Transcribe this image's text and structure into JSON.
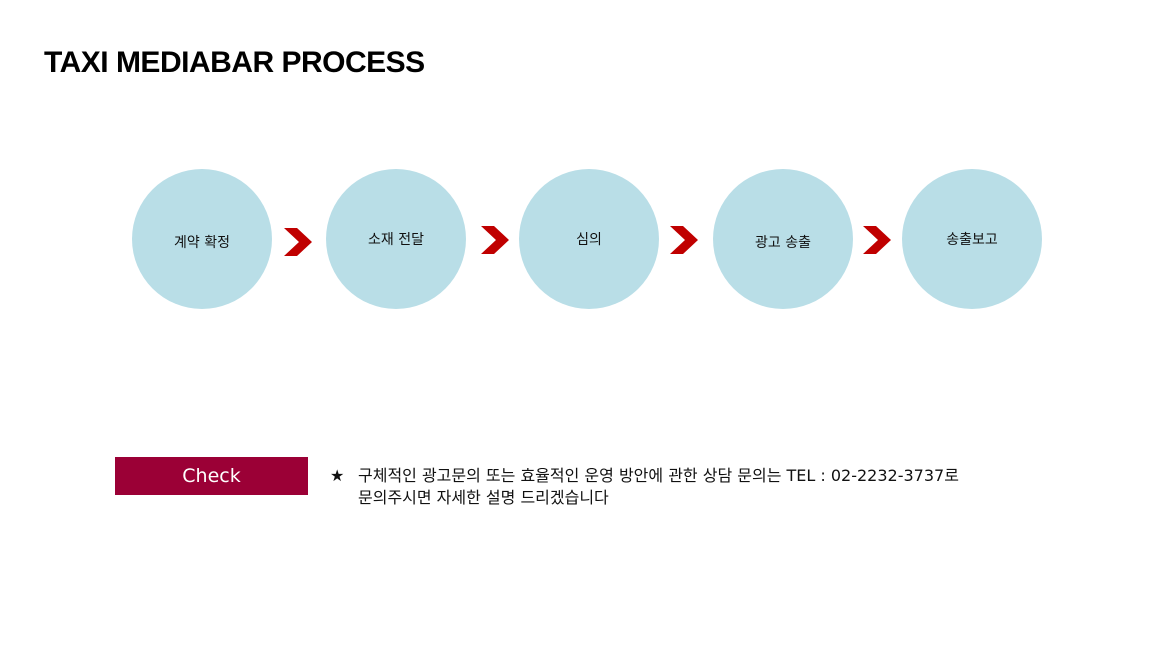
{
  "title": "TAXI MEDIABAR PROCESS",
  "colors": {
    "circle": "#b9dee7",
    "arrow": "#c00000",
    "check": "#9b0036"
  },
  "steps": [
    {
      "label": "계약 확정"
    },
    {
      "label": "소재 전달"
    },
    {
      "label": "심의"
    },
    {
      "label": "광고 송출"
    },
    {
      "label": "송출보고"
    }
  ],
  "arrow_icon": "chevron-right-icon",
  "check": {
    "label": "Check"
  },
  "notice": {
    "star": "★",
    "line1": "구체적인 광고문의 또는 효율적인 운영 방안에 관한  상담 문의는 TEL : 02-2232-3737로",
    "line2": "문의주시면 자세한 설명 드리겠습니다"
  }
}
